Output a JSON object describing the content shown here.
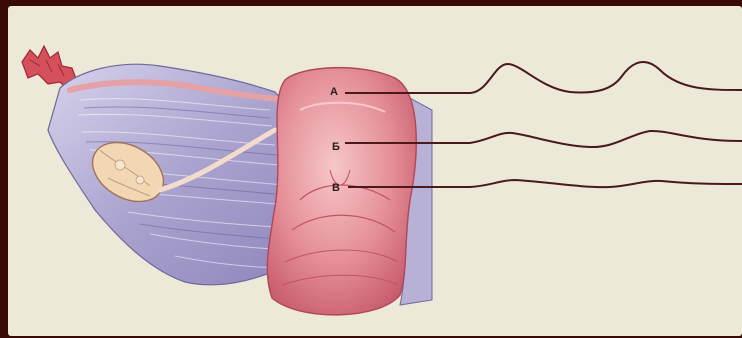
{
  "labels": {
    "a": "А",
    "b": "Б",
    "v": "В"
  },
  "colors": {
    "background_frame": "#3a0a08",
    "slide": "#ece9d9",
    "uterus": "#e8a0a4",
    "uterus_dark": "#c86070",
    "ligament": "#b4aed4",
    "ligament_dark": "#7a70a8",
    "ovary": "#f1d7b4",
    "trace": "#4a1a1a"
  }
}
